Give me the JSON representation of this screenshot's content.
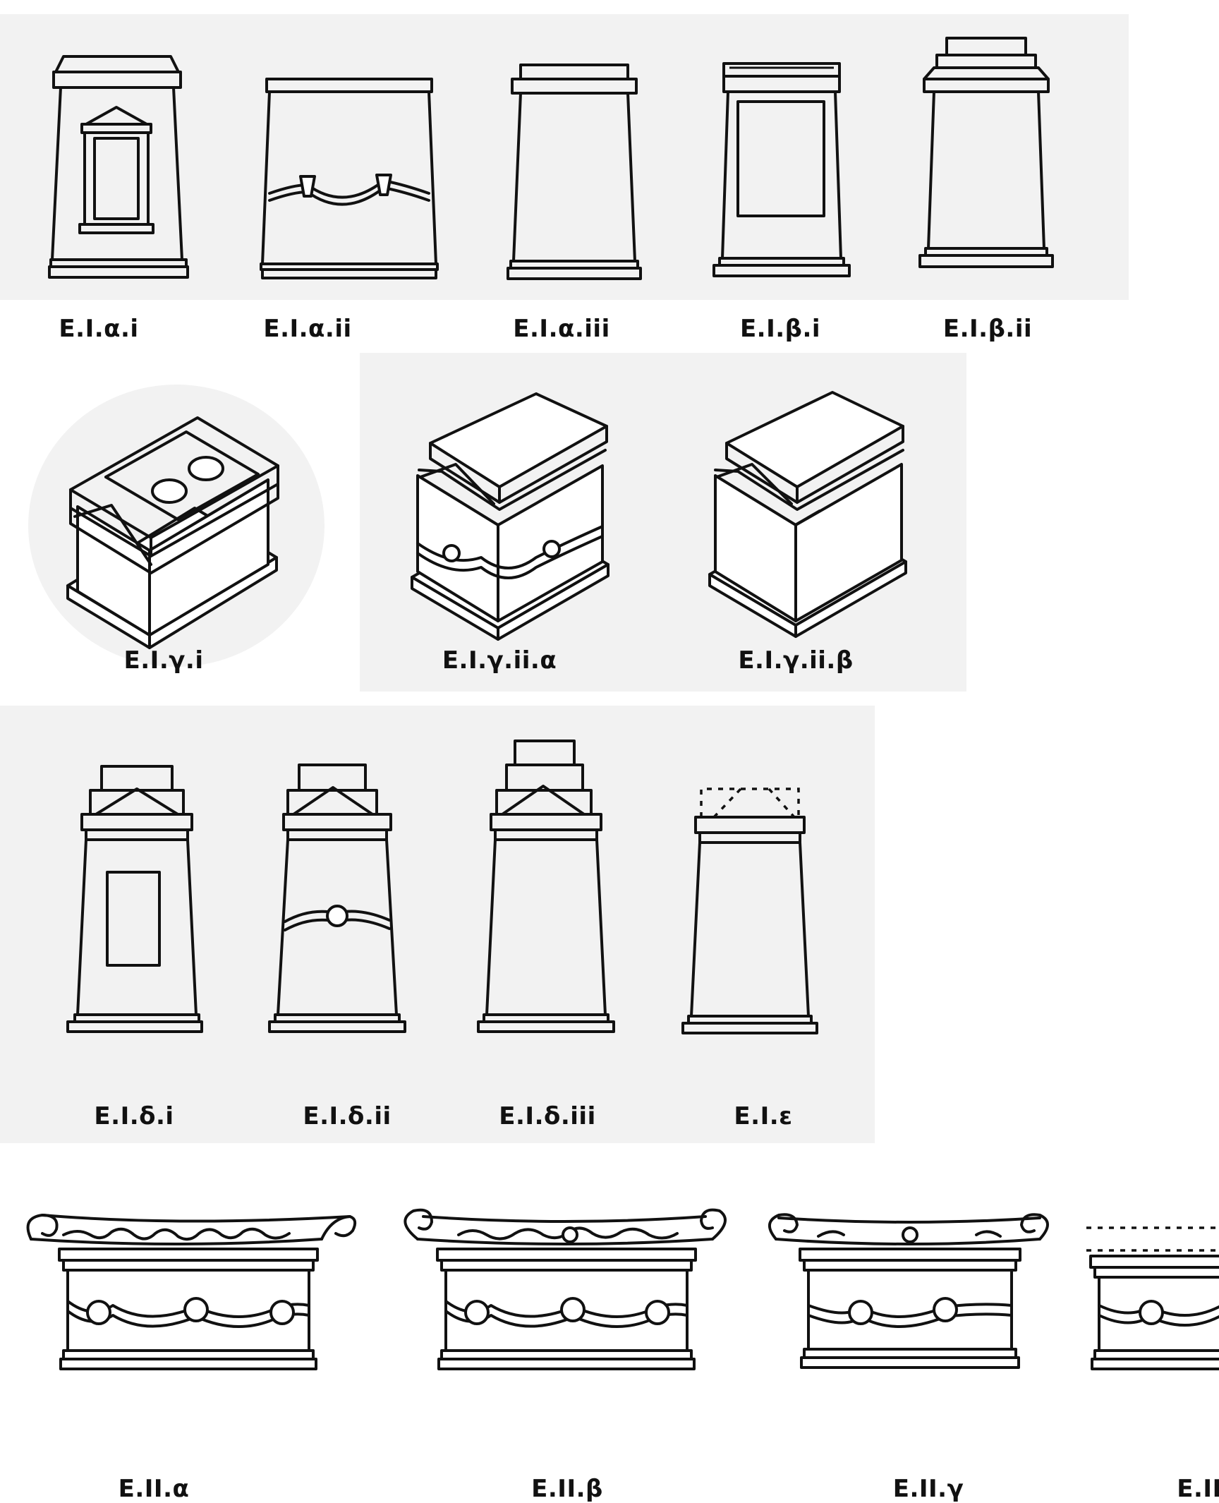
{
  "labels": {
    "r1": [
      "E.I.α.i",
      "E.I.α.ii",
      "E.I.α.iii",
      "E.I.β.i",
      "E.I.β.ii"
    ],
    "r2": [
      "E.I.γ.i",
      "E.I.γ.ii.α",
      "E.I.γ.ii.β"
    ],
    "r3": [
      "E.I.δ.i",
      "E.I.δ.ii",
      "E.I.δ.iii",
      "E.I.ε"
    ],
    "r4": [
      "E.II.α",
      "E.II.β",
      "E.II.γ",
      "E.II"
    ]
  }
}
